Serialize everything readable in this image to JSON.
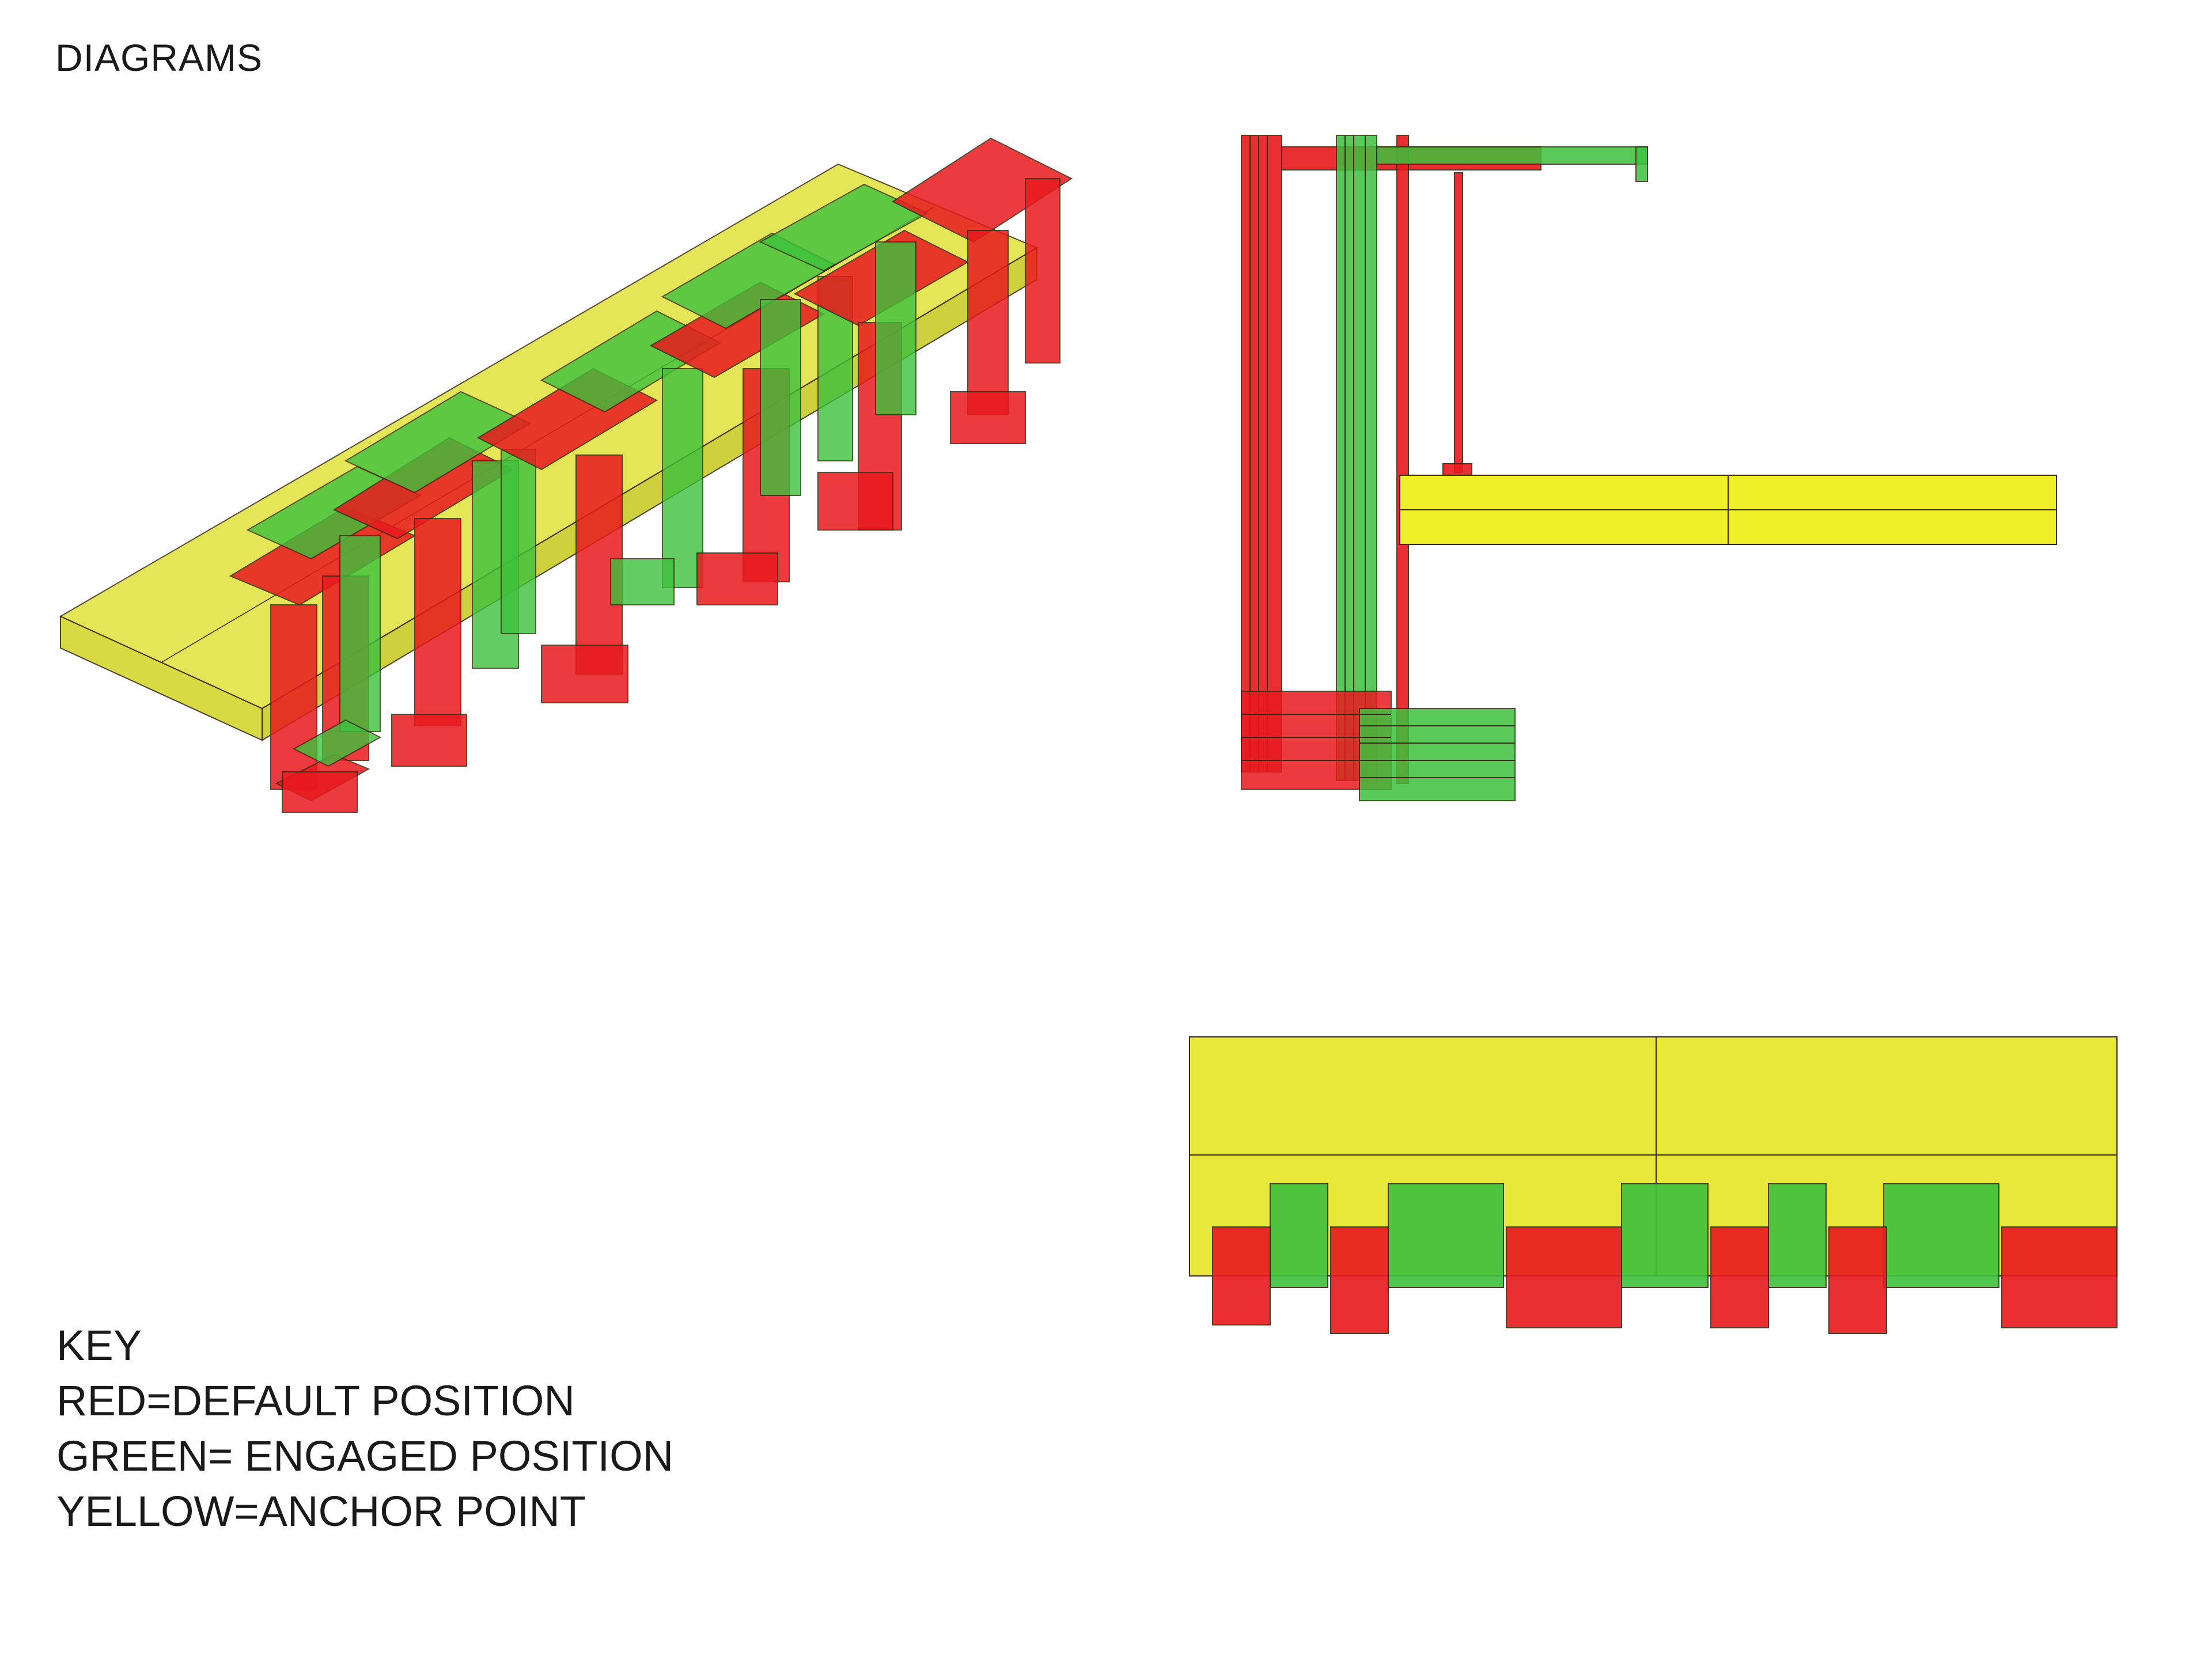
{
  "title": "DIAGRAMS",
  "key": {
    "heading": "KEY",
    "items": [
      {
        "label": "RED=DEFAULT POSITION",
        "color": "#e8191e"
      },
      {
        "label": "GREEN= ENGAGED POSITION",
        "color": "#3dc13d"
      },
      {
        "label": "YELLOW=ANCHOR POINT",
        "color": "#e8e83a"
      }
    ]
  },
  "colors": {
    "red": "#e8191e",
    "green": "#3dc13d",
    "yellow": "#e8e83a",
    "outline": "#3a2a10"
  },
  "views": [
    "isometric",
    "section",
    "plan"
  ]
}
